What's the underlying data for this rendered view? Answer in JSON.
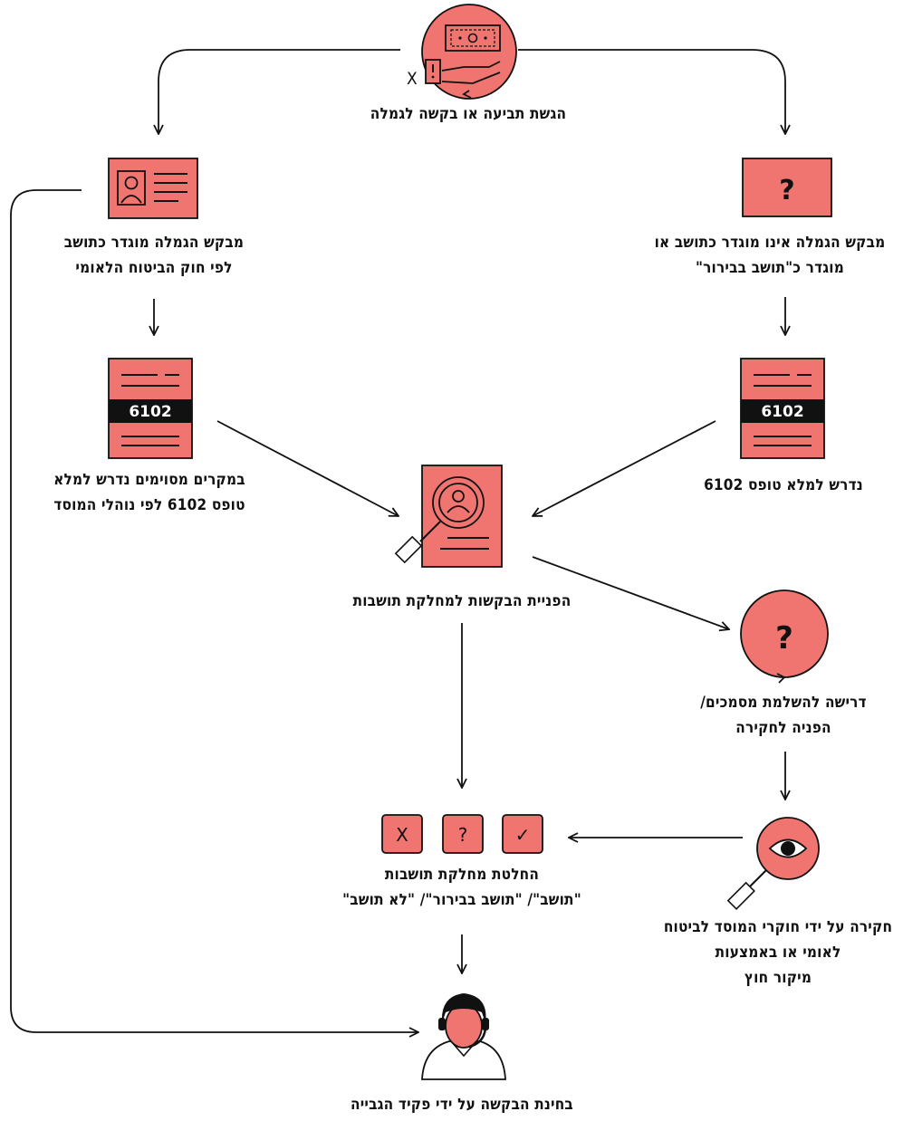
{
  "colors": {
    "accent": "#f07470",
    "stroke": "#111111"
  },
  "labels": {
    "top": "הגשת תביעה או בקשה לגמלה",
    "x_mark": "X",
    "resident_line1": "מבקש הגמלה מוגדר כתושב",
    "resident_line2": "לפי חוק הביטוח הלאומי",
    "nonres_line1": "מבקש הגמלה אינו מוגדר כתושב או",
    "nonres_line2": "מוגדר כ\"תושב בבירור\"",
    "form_left_line1": "במקרים מסוימים נדרש למלא",
    "form_left_line2": "טופס 6102 לפי נוהלי המוסד",
    "form_right": "נדרש למלא טופס 6102",
    "form_number": "6102",
    "referral": "הפניית הבקשות למחלקת תושבות",
    "docs_line1": "דרישה להשלמת מסמכים/",
    "docs_line2": "הפניה לחקירה",
    "decision_line1": "החלטת מחלקת תושבות",
    "decision_line2": "\"תושב\"/ \"תושב בבירור\"/ \"לא תושב\"",
    "invest_line1": "חקירה על ידי חוקרי המוסד לביטוח",
    "invest_line2": "לאומי או באמצעות",
    "invest_line3": "מיקור חוץ",
    "final": "בחינת הבקשה על ידי פקיד הגבייה",
    "decision_x": "X",
    "decision_q": "?",
    "decision_check": "✓",
    "question_mark": "?"
  },
  "icons": [
    "money-hand-icon",
    "id-card-icon",
    "question-card-icon",
    "form-6102-icon",
    "search-person-icon",
    "question-circle-icon",
    "magnifier-eye-icon",
    "clerk-headset-icon"
  ]
}
